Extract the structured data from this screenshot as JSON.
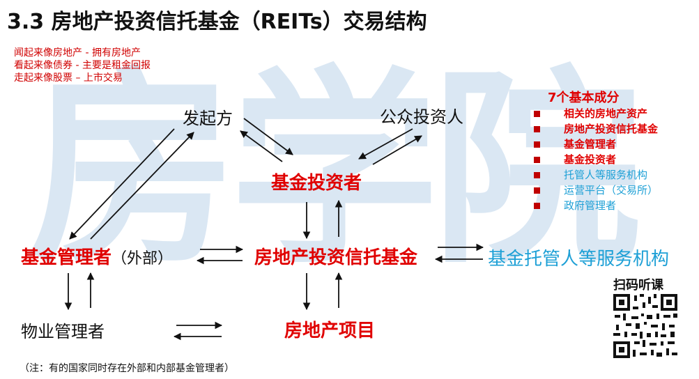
{
  "title": "3.3 房地产投资信托基金（REITs）交易结构",
  "watermark": "房学院",
  "features": [
    "闻起来像房地产 - 拥有房地产",
    "看起来像债券 - 主要是租金回报",
    "走起来像股票 – 上市交易"
  ],
  "nodes": {
    "sponsor": "发起方",
    "public_investors": "公众投资人",
    "fund_investors": "基金投资者",
    "fund_manager": "基金管理者",
    "fund_manager_suffix": "（外部）",
    "reits": "房地产投资信托基金",
    "custodian": "基金托管人等服务机构",
    "property_manager": "物业管理者",
    "project": "房地产项目"
  },
  "components": {
    "title": "7个基本成分",
    "items": [
      {
        "label": "相关的房地产资产",
        "color": "#e00000",
        "bold": true
      },
      {
        "label": "房地产投资信托基金",
        "color": "#e00000",
        "bold": true
      },
      {
        "label": "基金管理者",
        "color": "#e00000",
        "bold": true
      },
      {
        "label": "基金投资者",
        "color": "#e00000",
        "bold": true
      },
      {
        "label": "托管人等服务机构",
        "color": "#1ea0d6",
        "bold": false
      },
      {
        "label": "运营平台（交易所）",
        "color": "#1ea0d6",
        "bold": false
      },
      {
        "label": "政府管理者",
        "color": "#1ea0d6",
        "bold": false
      }
    ]
  },
  "qr_label": "扫码听课",
  "footnote": "（注：有的国家同时存在外部和内部基金管理者）",
  "colors": {
    "accent": "#e00000",
    "blue": "#1ea0d6",
    "bullet": "#c00000"
  }
}
